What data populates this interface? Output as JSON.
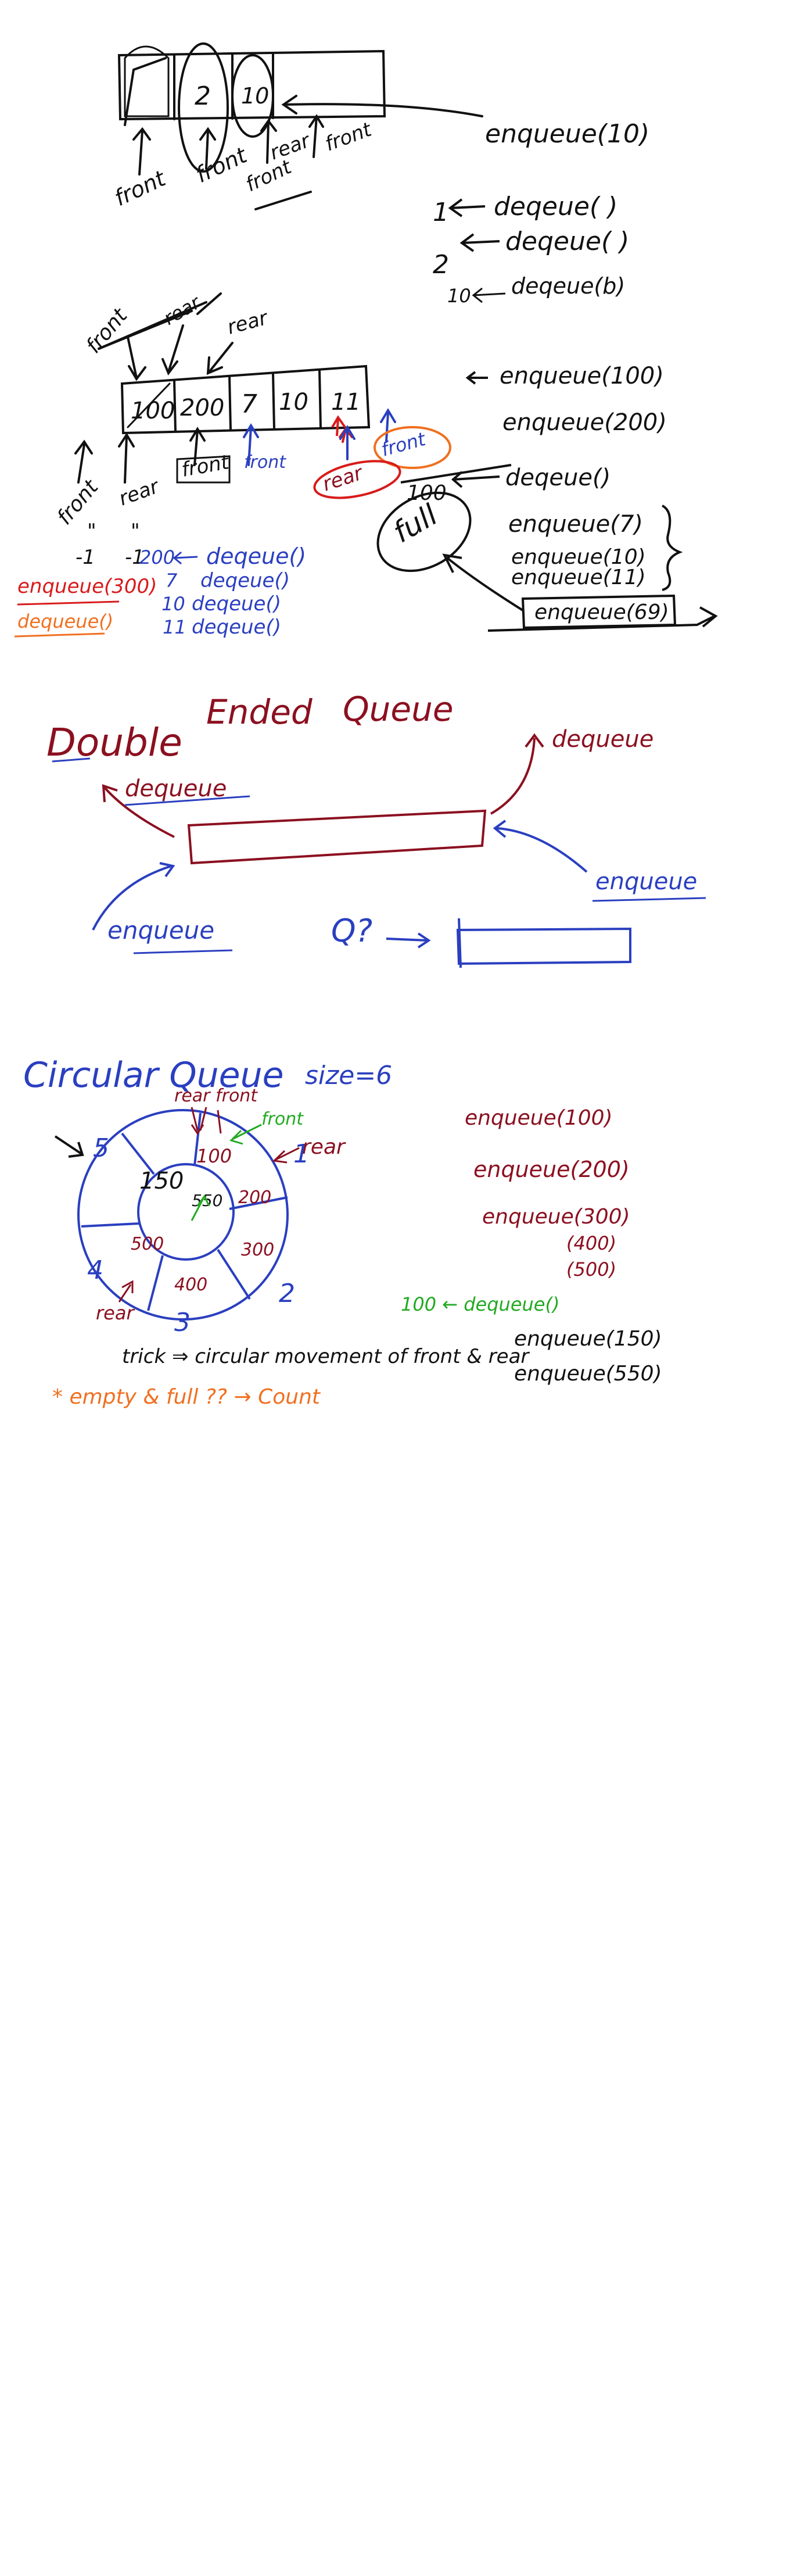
{
  "colors": {
    "black": "#111111",
    "blue": "#2a3fc0",
    "maroon": "#8b1020",
    "red": "#d81b1b",
    "green": "#22aa22",
    "orange": "#f07020"
  },
  "section1": {
    "cell_values": [
      "2",
      "10"
    ],
    "front_labels": [
      "front",
      "front",
      "front",
      "front"
    ],
    "rear_label": "rear",
    "ops": [
      "enqueue(10)",
      "deqeue( )",
      "deqeue( )",
      "deqeue(b)"
    ],
    "op_results": [
      "1",
      "2",
      "10"
    ]
  },
  "section2": {
    "cell_values": [
      "100",
      "200",
      "7",
      "10",
      "11"
    ],
    "front_label_top": "front",
    "rear_struck": "rear",
    "rear_label": "rear",
    "front_bottom": "front",
    "rear_bottom": "rear",
    "minus_one": [
      "-1",
      "-1"
    ],
    "ditto": [
      "\"",
      "\""
    ],
    "blue_front_1": "front",
    "blue_front_2": "front",
    "orange_front": "front",
    "red_rear": "rear",
    "ops_right": [
      "enqueue(100)",
      "enqueue(200)",
      "deqeue()",
      "enqueue(7)",
      "enqueue(10)",
      "enqueue(11)",
      "enqueue(69)"
    ],
    "dequeue_result": "100",
    "full_label": "full",
    "blue_ops": [
      {
        "result": "200",
        "op": "deqeue()"
      },
      {
        "result": "7",
        "op": "deqeue()"
      },
      {
        "result": "10",
        "op": "deqeue()"
      },
      {
        "result": "11",
        "op": "deqeue()"
      }
    ],
    "red_op": "enqueue(300)",
    "orange_op": "dequeue()"
  },
  "section3": {
    "title": "Double Ended Queue",
    "title_words": [
      "Double",
      "Ended",
      "Queue"
    ],
    "dequeue_right": "dequeue",
    "dequeue_left": "dequeue",
    "enqueue_right": "enqueue",
    "enqueue_left": "enqueue",
    "q_label": "Q?"
  },
  "section4": {
    "title": "Circular Queue",
    "size_label": "size=6",
    "slot_values": [
      "100",
      "200",
      "300",
      "400",
      "500",
      "150"
    ],
    "center_value": "550",
    "index_labels": [
      "1",
      "2",
      "3",
      "4",
      "5"
    ],
    "rear_front_top": "rear front",
    "green_front": "front",
    "rear_right": "rear",
    "rear_left": "rear",
    "ops": [
      "enqueue(100)",
      "enqueue(200)",
      "enqueue(300)",
      "(400)",
      "(500)"
    ],
    "green_op": "100 ← dequeue()",
    "later_ops": [
      "enqueue(150)",
      "enqueue(550)"
    ],
    "trick": "trick ⇒ circular movement of front & rear",
    "note": "* empty & full ?? → Count"
  }
}
